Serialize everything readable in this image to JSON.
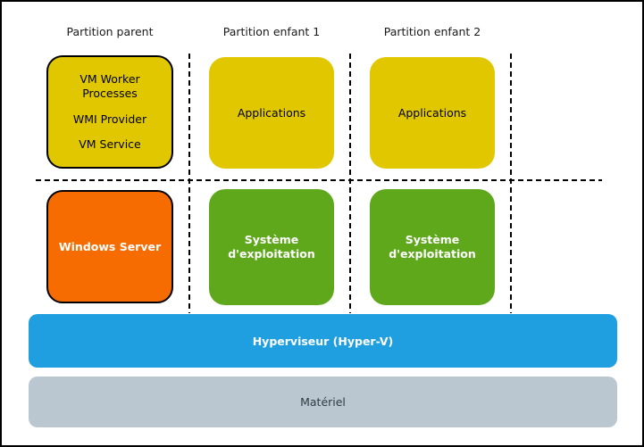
{
  "headers": [
    {
      "label": "Partition parent"
    },
    {
      "label": "Partition enfant 1"
    },
    {
      "label": "Partition enfant 2"
    }
  ],
  "parent_partition": {
    "services": {
      "vm_worker": "VM Worker\nProcesses",
      "wmi_provider": "WMI Provider",
      "vm_service": "VM Service"
    },
    "windows_server": "Windows Server"
  },
  "child_partitions": [
    {
      "applications": "Applications",
      "os": "Système\nd'exploitation"
    },
    {
      "applications": "Applications",
      "os": "Système\nd'exploitation"
    }
  ],
  "layers": {
    "hypervisor": "Hyperviseur (Hyper-V)",
    "hardware": "Matériel"
  },
  "colors": {
    "yellow": "#e0c700",
    "orange": "#f76c00",
    "green": "#5fa81c",
    "blue": "#1f9fe0",
    "gray": "#bbc7d0",
    "line": "#000000"
  }
}
